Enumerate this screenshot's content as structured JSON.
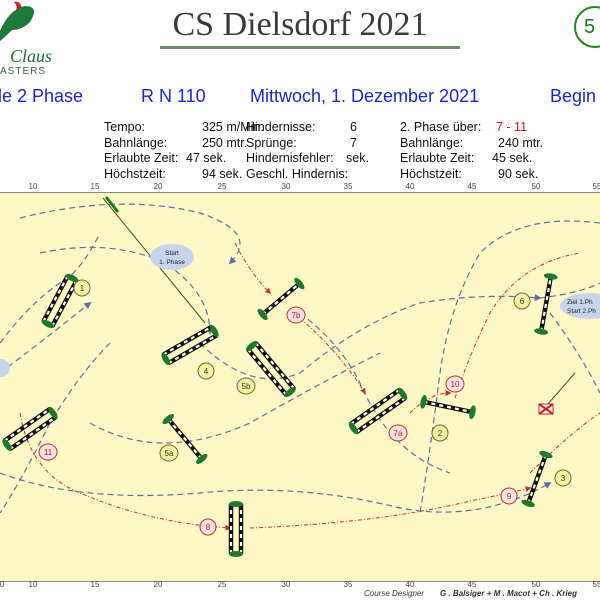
{
  "header": {
    "title": "CS Dielsdorf 2021",
    "page_number": "5",
    "logo_text": "Claus",
    "logo_subtext": "ASTERS"
  },
  "info_row": {
    "format": "le 2 Phase",
    "class": "R N 110",
    "date": "Mittwoch, 1. Dezember 2021",
    "start": "Begin"
  },
  "stats_left": [
    {
      "label": "Tempo:",
      "value": "325 m/Min."
    },
    {
      "label": "Bahnlänge:",
      "value": "250 mtr."
    },
    {
      "label": "Erlaubte Zeit:",
      "value": "47 sek."
    },
    {
      "label": "Höchstzeit:",
      "value": "94 sek."
    }
  ],
  "stats_mid": [
    {
      "label": "Hindernisse:",
      "value": "6"
    },
    {
      "label": "Sprünge:",
      "value": "7"
    },
    {
      "label": "Hindernisfehler:",
      "value": "sek."
    },
    {
      "label": "Geschl. Hindernis:",
      "value": ""
    }
  ],
  "stats_right": [
    {
      "label": "2. Phase über:",
      "value": "7 - 11"
    },
    {
      "label": "Bahnlänge:",
      "value": "240 mtr."
    },
    {
      "label": "Erlaubte Zeit:",
      "value": "45 sek."
    },
    {
      "label": "Höchstzeit:",
      "value": "90 sek."
    }
  ],
  "scale_labels": [
    "10",
    "15",
    "20",
    "25",
    "30",
    "35",
    "40",
    "45",
    "50",
    "55"
  ],
  "scale_bottom_first": "0",
  "course": {
    "start_label": "Start",
    "start_sub": "1. Phase",
    "finish_label": "Ziel 1.Ph",
    "start2_label": "Start 2.Ph",
    "obstacles": [
      {
        "label": "1",
        "phase": 1
      },
      {
        "label": "2",
        "phase": 1
      },
      {
        "label": "3",
        "phase": 1
      },
      {
        "label": "4",
        "phase": 1
      },
      {
        "label": "5a",
        "phase": 1
      },
      {
        "label": "5b",
        "phase": 1
      },
      {
        "label": "6",
        "phase": 1
      },
      {
        "label": "7a",
        "phase": 2
      },
      {
        "label": "7b",
        "phase": 2
      },
      {
        "label": "8",
        "phase": 2
      },
      {
        "label": "9",
        "phase": 2
      },
      {
        "label": "10",
        "phase": 2
      },
      {
        "label": "11",
        "phase": 2
      }
    ]
  },
  "footer": {
    "designer_label": "Course Designer",
    "designers": "G . Balsiger + M . Macot + Ch . Krieg"
  },
  "colors": {
    "arena": "#fdf8c4",
    "phase1": "#5a6fa8",
    "phase2": "#c03030",
    "title_blue": "#1b27c8",
    "accent_red": "#d01515"
  }
}
